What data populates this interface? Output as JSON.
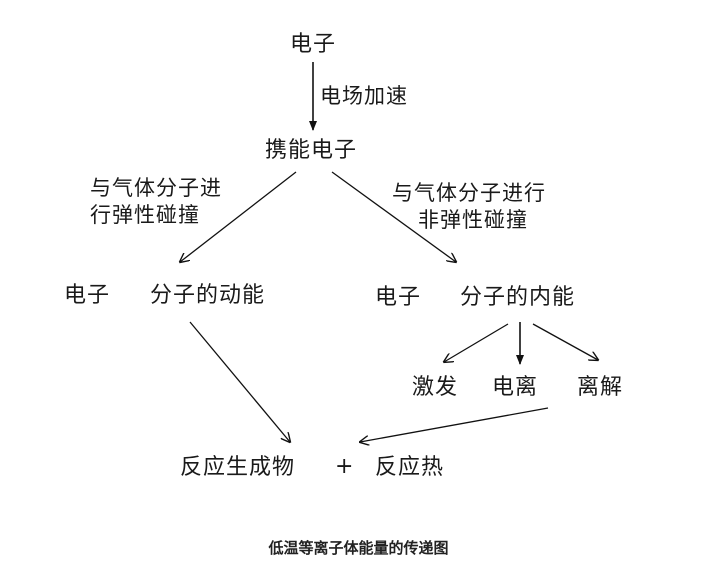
{
  "diagram": {
    "nodes": {
      "electron_top": "电子",
      "accel_label": "电场加速",
      "energetic_electron": "携能电子",
      "elastic_label_line1": "与气体分子进",
      "elastic_label_line2": "行弹性碰撞",
      "inelastic_label_line1": "与气体分子进行",
      "inelastic_label_line2": "非弹性碰撞",
      "left_electron": "电子",
      "left_kinetic": "分子的动能",
      "right_electron": "电子",
      "right_internal": "分子的内能",
      "excitation": "激发",
      "ionization": "电离",
      "dissociation": "离解",
      "reaction_products": "反应生成物",
      "plus": "+",
      "reaction_heat": "反应热"
    },
    "caption": "低温等离子体能量的传递图"
  }
}
